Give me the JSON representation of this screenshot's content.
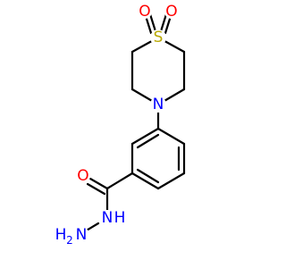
{
  "molecule": {
    "atoms": {
      "sulfur": {
        "symbol": "S",
        "color": "#b8a800"
      },
      "oxygen_left": {
        "symbol": "O",
        "color": "#ff0000"
      },
      "oxygen_right": {
        "symbol": "O",
        "color": "#ff0000"
      },
      "ring_nitrogen": {
        "symbol": "N",
        "color": "#0000ff"
      },
      "carbonyl_oxygen": {
        "symbol": "O",
        "color": "#ff0000"
      },
      "amide_nitrogen": {
        "symbol": "N",
        "color": "#0000ff"
      },
      "amide_hydrogen": {
        "symbol": "H",
        "color": "#0000ff"
      },
      "terminal_nitrogen": {
        "symbol": "N",
        "color": "#0000ff"
      },
      "terminal_h2": {
        "symbol": "H",
        "subscript": "2",
        "color": "#0000ff"
      }
    },
    "bond_color": "#000000"
  }
}
